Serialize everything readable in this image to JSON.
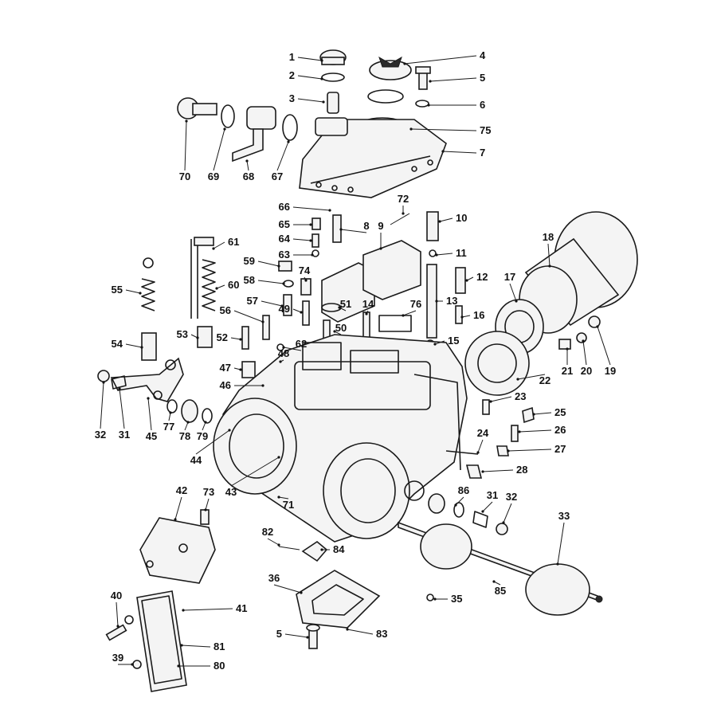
{
  "diagram": {
    "type": "exploded-parts-diagram",
    "callouts": [
      "1",
      "2",
      "3",
      "4",
      "5",
      "6",
      "75",
      "7",
      "70",
      "69",
      "68",
      "67",
      "66",
      "72",
      "65",
      "8",
      "9",
      "10",
      "64",
      "63",
      "11",
      "61",
      "59",
      "74",
      "12",
      "58",
      "17",
      "18",
      "55",
      "60",
      "57",
      "49",
      "51",
      "14",
      "76",
      "13",
      "16",
      "56",
      "50",
      "54",
      "53",
      "52",
      "62",
      "15",
      "19",
      "20",
      "21",
      "22",
      "48",
      "47",
      "46",
      "23",
      "25",
      "26",
      "27",
      "24",
      "28",
      "32",
      "31",
      "45",
      "77",
      "78",
      "79",
      "44",
      "43",
      "71",
      "42",
      "73",
      "86",
      "31",
      "32",
      "33",
      "82",
      "84",
      "36",
      "85",
      "35",
      "40",
      "41",
      "5",
      "83",
      "81",
      "80",
      "39"
    ]
  }
}
